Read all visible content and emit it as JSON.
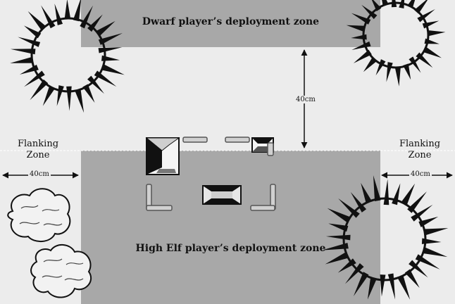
{
  "zones": {
    "dwarf_label": "Dwarf player’s deployment zone",
    "elf_label": "High Elf player’s deployment zone",
    "flank_left": [
      "Flanking",
      "Zone"
    ],
    "flank_right": [
      "Flanking",
      "Zone"
    ]
  },
  "measurements": {
    "left": "40cm",
    "right": "40cm",
    "vertical": "40cm"
  },
  "colors": {
    "table": "#ececec",
    "deployment_zone": "#a8a8a8",
    "hill": "#111111",
    "ink": "#111111"
  }
}
